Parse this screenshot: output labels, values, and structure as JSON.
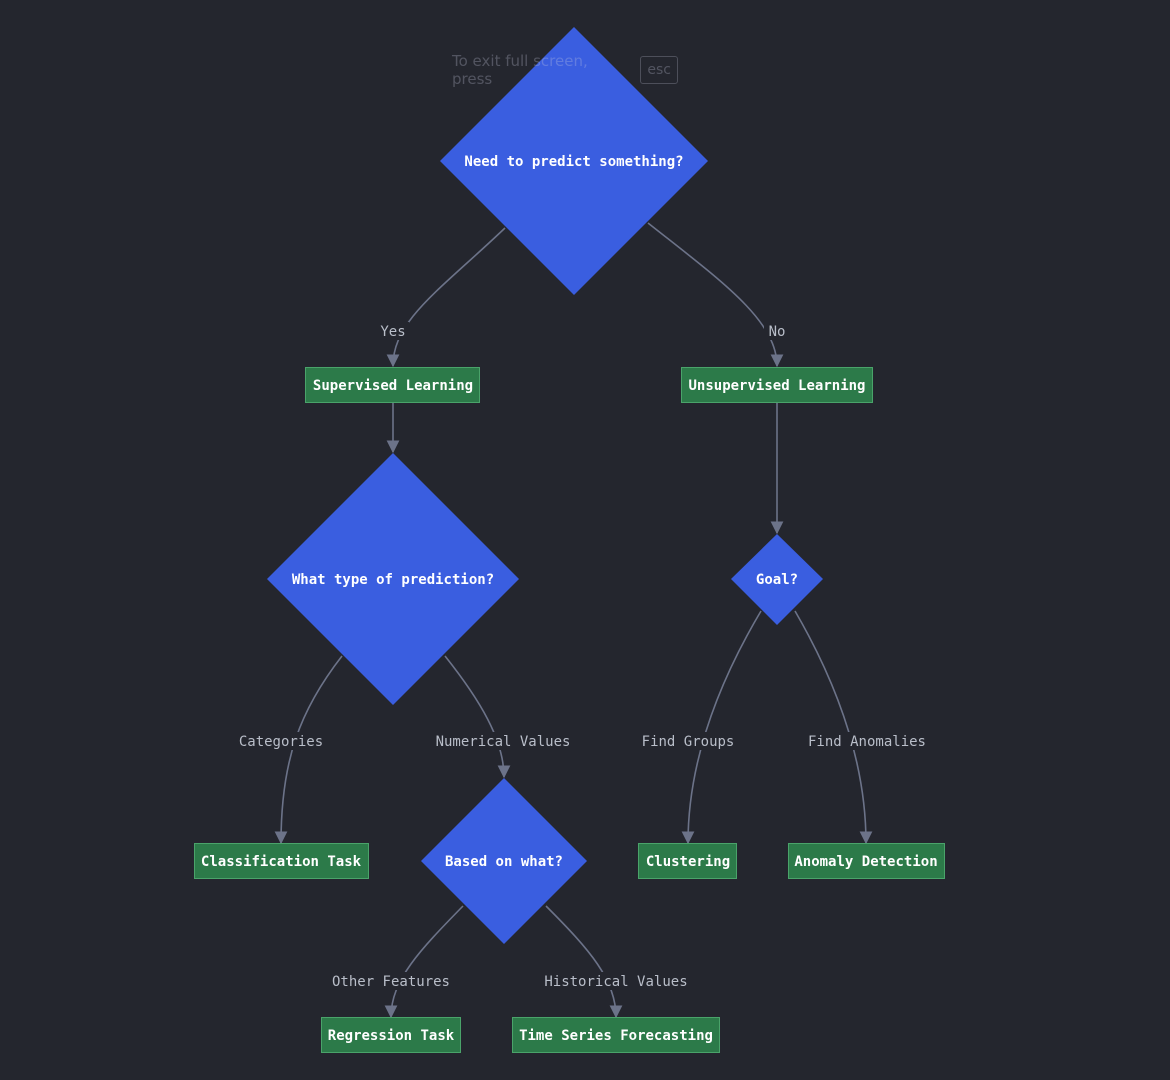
{
  "colors": {
    "background": "#24262e",
    "decision_fill": "#3a5ee0",
    "task_fill": "#2c7a49",
    "edge": "#6c7389",
    "label_text": "#b9bec9"
  },
  "fullscreen_notice": {
    "text": "To exit full screen, press",
    "key": "esc"
  },
  "nodes": {
    "need_predict": "Need to predict something?",
    "supervised": "Supervised Learning",
    "unsupervised": "Unsupervised Learning",
    "prediction_type": "What type of prediction?",
    "goal": "Goal?",
    "classification": "Classification Task",
    "based_on": "Based on what?",
    "clustering": "Clustering",
    "anomaly": "Anomaly Detection",
    "regression": "Regression Task",
    "time_series": "Time Series Forecasting"
  },
  "edge_labels": {
    "yes": "Yes",
    "no": "No",
    "categories": "Categories",
    "numerical": "Numerical Values",
    "find_groups": "Find Groups",
    "find_anomalies": "Find Anomalies",
    "other_features": "Other Features",
    "historical": "Historical Values"
  }
}
